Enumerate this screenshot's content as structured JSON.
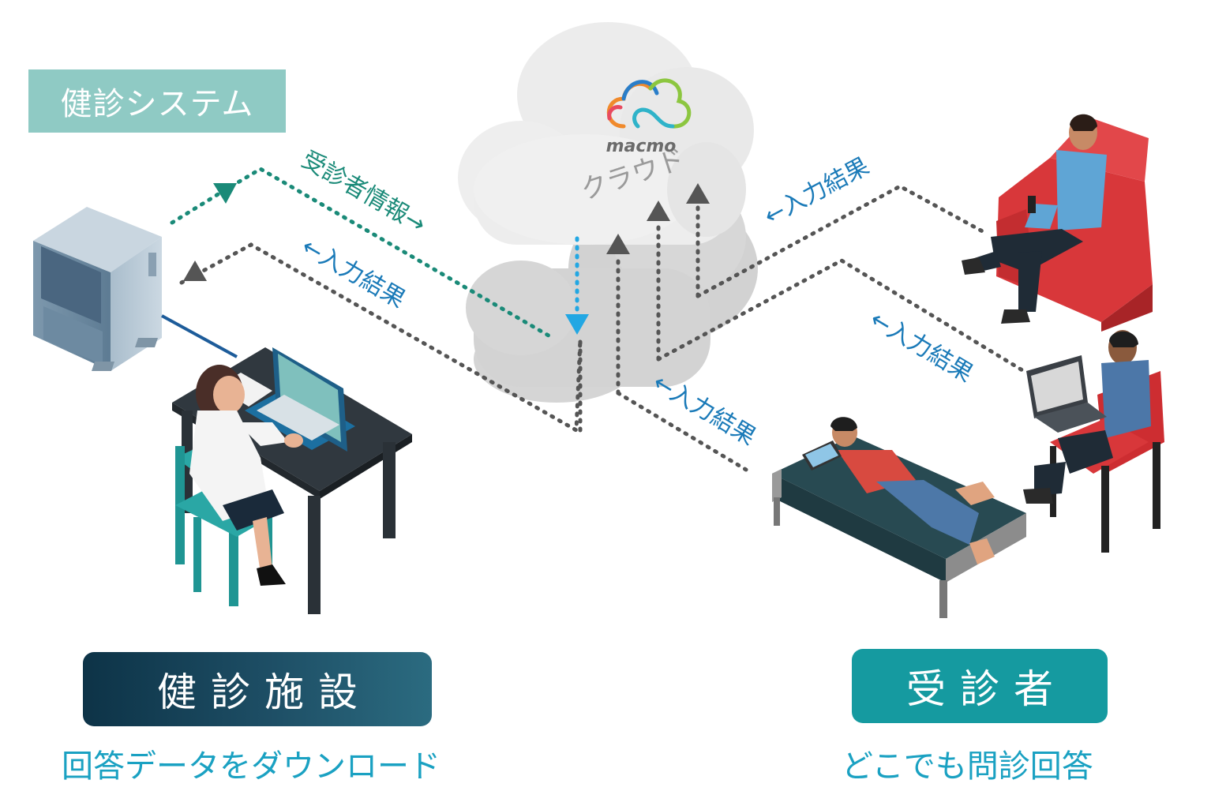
{
  "system_tag": "健診システム",
  "cloud": {
    "brand": "macmo",
    "label": "クラウド"
  },
  "flows": {
    "to_cloud": "受診者情報→",
    "result_left": "←入力結果",
    "result_top_right": "←入力結果",
    "result_mid_right": "←入力結果",
    "result_bottom": "←入力結果"
  },
  "facility": {
    "title": "健診施設",
    "subtitle": "回答データをダウンロード"
  },
  "patient": {
    "title": "受診者",
    "subtitle": "どこでも問診回答"
  },
  "colors": {
    "teal_flow": "#1a8a78",
    "gray_flow": "#555555",
    "blue_flow": "#22a7e3",
    "result_text": "#1a7ab8",
    "facility_pill": "#163f55",
    "patient_pill": "#159aa0",
    "system_tag": "#8fcac4",
    "subtitle": "#1aa1c2"
  }
}
